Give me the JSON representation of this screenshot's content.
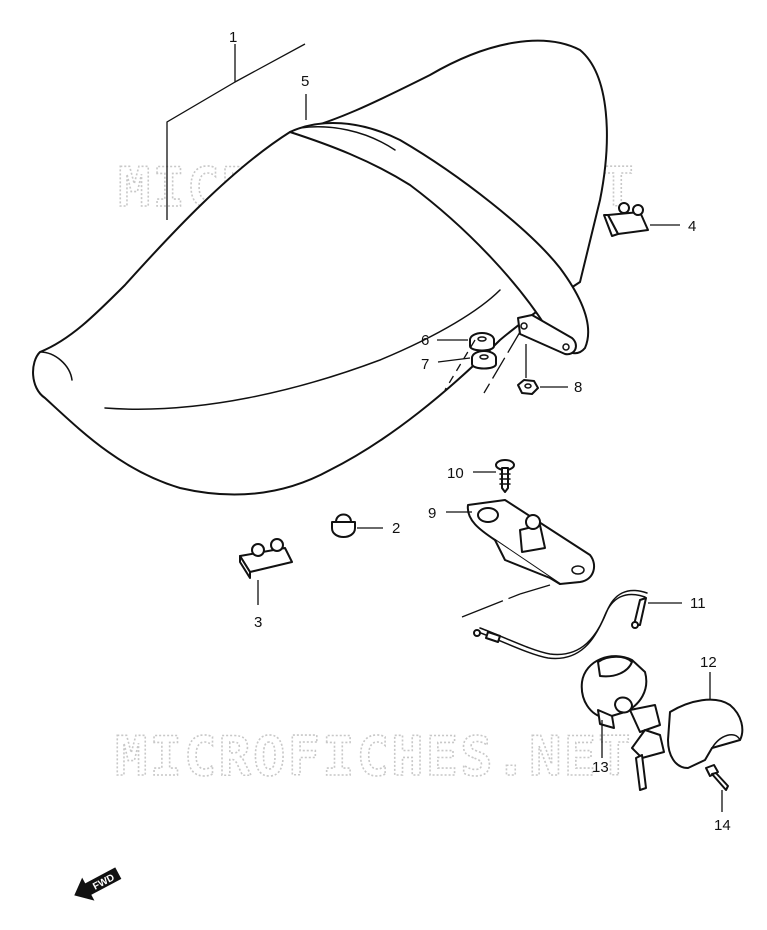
{
  "watermark": {
    "text": "MICROFICHES.NET"
  },
  "fwd_label": "FWD",
  "callouts": [
    {
      "id": "1",
      "label": "1"
    },
    {
      "id": "2",
      "label": "2"
    },
    {
      "id": "3",
      "label": "3"
    },
    {
      "id": "4",
      "label": "4"
    },
    {
      "id": "5",
      "label": "5"
    },
    {
      "id": "6",
      "label": "6"
    },
    {
      "id": "7",
      "label": "7"
    },
    {
      "id": "8",
      "label": "8"
    },
    {
      "id": "9",
      "label": "9"
    },
    {
      "id": "10",
      "label": "10"
    },
    {
      "id": "11",
      "label": "11"
    },
    {
      "id": "12",
      "label": "12"
    },
    {
      "id": "13",
      "label": "13"
    },
    {
      "id": "14",
      "label": "14"
    }
  ],
  "colors": {
    "line": "#111111",
    "watermark": "#c8c8c8",
    "background": "#ffffff"
  }
}
